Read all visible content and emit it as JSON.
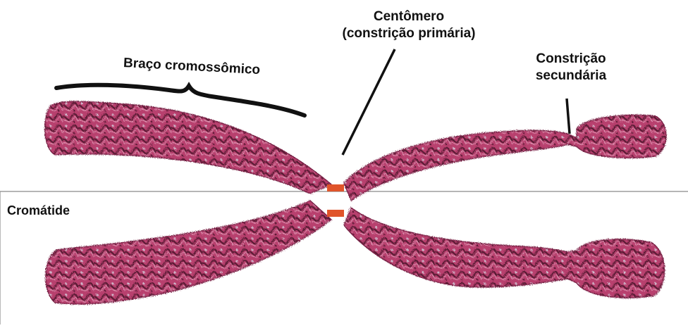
{
  "labels": {
    "centromere_line1": "Centômero",
    "centromere_line2": "(constrição primária)",
    "secondary_line1": "Constrição",
    "secondary_line2": "secundária",
    "arm": "Braço cromossômico",
    "chromatid": "Cromátide"
  },
  "colors": {
    "chromatin": "#b8416e",
    "chromatin_dark": "#5a1a34",
    "chromatin_light": "#e6a9c2",
    "centromere_marker": "#e0542a",
    "line": "#111111",
    "frame": "#8a8a8a"
  }
}
